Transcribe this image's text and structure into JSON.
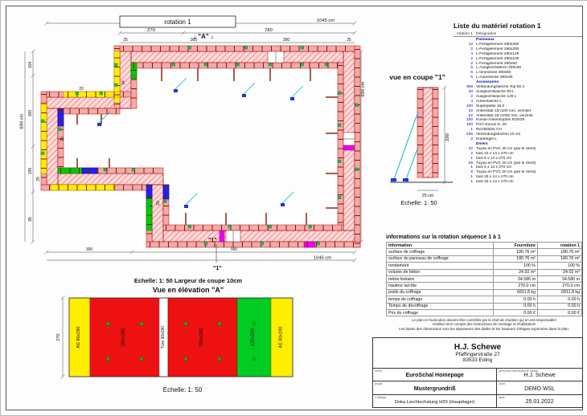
{
  "colors": {
    "wall_hatch": "#e05050",
    "panel": "#f2aaaa",
    "yellow": "#ffee00",
    "green": "#00cc00",
    "blue": "#2222ee",
    "magenta": "#ee00ee",
    "cyan": "#00b8b8",
    "anchor": "#00d04a",
    "dark_red": "#8b1500"
  },
  "plan": {
    "title": "rotation 1",
    "marker_a": "↓ \"A\" ↓",
    "marker_1a": "\"1\"",
    "marker_1b": "\"1\"",
    "scale_note": "Echelle: 1: 50   Largeur de coupe 10cm",
    "dims": {
      "top_270": "270",
      "top_780": "780",
      "top_total": "1045 cm",
      "sub_25a": "25",
      "sub_300": "300",
      "sub_390": "390",
      "sub_25b": "25",
      "left_total": "694 cm",
      "left_104": "104",
      "left_300": "300",
      "left_195": "195",
      "left_95": "95",
      "right_total": "694 cm",
      "bot_300": "300",
      "bot_990": "990",
      "bot_total": "1045 cm",
      "int_20a": "20",
      "int_20b": "20",
      "int_20c": "20",
      "int_34": "34",
      "int_25": "25"
    }
  },
  "section": {
    "title": "vue en coupe  \"1\"",
    "scale": "Echelle: 1: 50",
    "dim_height": "290",
    "dim_width": "25 cm"
  },
  "elevation": {
    "title": "Vue en élévation \"A\"",
    "scale": "Echelle: 1: 50",
    "dim_left": "270",
    "panels": {
      "p1": "AE 80x290",
      "p2": "250x290",
      "p3": "Türe 90x290",
      "p4": "250x290",
      "p5": "120x290",
      "p6": "AE 80x290"
    }
  },
  "materials": {
    "title": "Liste du matériel  rotation 1",
    "col_qty": "rotation 1",
    "col_label": "Désignation",
    "rows": [
      {
        "qty": "",
        "label": "Panneaux",
        "w": "bold",
        "c": "#0000bb"
      },
      {
        "qty": "12",
        "label": "L-Fertigelement 290x250"
      },
      {
        "qty": "2",
        "label": "L-Fertigelement 290x200"
      },
      {
        "qty": "4",
        "label": "L-Fertigelement 290x125"
      },
      {
        "qty": "2",
        "label": "L-Fertigelement 290x100"
      },
      {
        "qty": "2",
        "label": "L-Fertigelement 290x50"
      },
      {
        "qty": "5",
        "label": "L-Ausgleichsblech 290x36"
      },
      {
        "qty": "6",
        "label": "L-Innenecke 290x50"
      },
      {
        "qty": "5",
        "label": "L-Außenecke 290x36"
      },
      {
        "qty": "",
        "label": "Accessoires",
        "w": "bold",
        "c": "#0000bb"
      },
      {
        "qty": "306",
        "label": "Verbindungslasche Top 50 2"
      },
      {
        "qty": "20",
        "label": "Ausgleichslasche 90 L"
      },
      {
        "qty": "2",
        "label": "Ausgleichslasche 120 L"
      },
      {
        "qty": "4",
        "label": "Außenlasche L"
      },
      {
        "qty": "100",
        "label": "Superplatte 15.0"
      },
      {
        "qty": "22",
        "label": "Ankerstab 15°/100 mm, verzinkt"
      },
      {
        "qty": "22",
        "label": "Ankerstab 15°/1000 mm, verzinkt"
      },
      {
        "qty": "100",
        "label": "Kombi-Ankerstopfen R20/25"
      },
      {
        "qty": "100",
        "label": "PVC-Konus D. 20"
      },
      {
        "qty": "1",
        "label": "Richtstütze CH"
      },
      {
        "qty": "236",
        "label": "Verbindungsbolzen 10 cm"
      },
      {
        "qty": "2",
        "label": "Kranbügel L"
      },
      {
        "qty": "",
        "label": "Divers",
        "w": "bold",
        "c": "#0000bb"
      },
      {
        "qty": "22",
        "label": "Tuyau en PVC 20 cm (par le client)"
      },
      {
        "qty": "2",
        "label": "bois 10 x 14 x 270 cm"
      },
      {
        "qty": "1",
        "label": "bois 5 x 14 x 270 cm"
      },
      {
        "qty": "28",
        "label": "Tuyau en PVC 20 cm (par le client)"
      },
      {
        "qty": "1",
        "label": "bois 5 x 14 x 270 cm"
      },
      {
        "qty": "9",
        "label": "Tuyau en PVC 20 cm (par le client)"
      },
      {
        "qty": "1",
        "label": "bois 25 x 14 x 270 cm"
      },
      {
        "qty": "1",
        "label": "bois 34 x 14 x 270 cm"
      }
    ]
  },
  "info": {
    "title": "informations sur la rotation  séquence 1 à 1",
    "col_label": "Information",
    "col_fourniture": "Fourniture",
    "col_rotation": "rotation 1",
    "rows": [
      {
        "label": "surface de coffrage",
        "fourniture": "180.76 m²",
        "rotation": "180.76 m²"
      },
      {
        "label": "surface du panneau de coffrage",
        "fourniture": "180.76 m²",
        "rotation": "180.76 m²"
      },
      {
        "label": "rendement",
        "fourniture": "100 %",
        "rotation": "100 %"
      },
      {
        "label": "volume de béton",
        "fourniture": "24.02 m³",
        "rotation": "24.02 m³"
      },
      {
        "label": "mètre linéaire",
        "fourniture": "34.580 m",
        "rotation": "34.580 m"
      },
      {
        "label": "hauteur la/côte",
        "fourniture": "270.0 cm",
        "rotation": "270.0 cm"
      },
      {
        "label": "poids du coffrage",
        "fourniture": "6811.8 kg",
        "rotation": "6811.8 kg"
      },
      {
        "label": "temps de coffrage",
        "fourniture": "0.00 h",
        "rotation": "0.00 h"
      },
      {
        "label": "Temps de décoffrage",
        "fourniture": "0.00 h",
        "rotation": "0.00 h"
      },
      {
        "label": "Prix du coffrage",
        "fourniture": "0.00 €",
        "rotation": "0.00 €"
      }
    ]
  },
  "notes": {
    "line1": "Le plan et l'exécution doivent être contrôlés par le chef de chantier qui en est responsable!",
    "line2": "Veuillez tenir compte des instructions de montage et d'utilisation!",
    "line3": "Les bases des dimensions sont les épaisseurs des dalles et les hauteurs d'étages exprimées dans le plan."
  },
  "titleblock": {
    "company": "H.J. Schewe",
    "street": "Pfaffingerstraße 27",
    "city": "83533 Eding",
    "labels": {
      "client": "client",
      "worker": "personne effectuant le travail",
      "project": "projet",
      "name": "Nom",
      "formwork": "Coffrage",
      "date": "date"
    },
    "values": {
      "client": "EuroSchal Homepage",
      "worker": "H.J. Schewe",
      "project": "Mustergrundriß",
      "name": "DEMO WSL",
      "formwork": "Doka Leichtschalung H20 (Hauptlager)",
      "date": "25.01.2022"
    }
  }
}
